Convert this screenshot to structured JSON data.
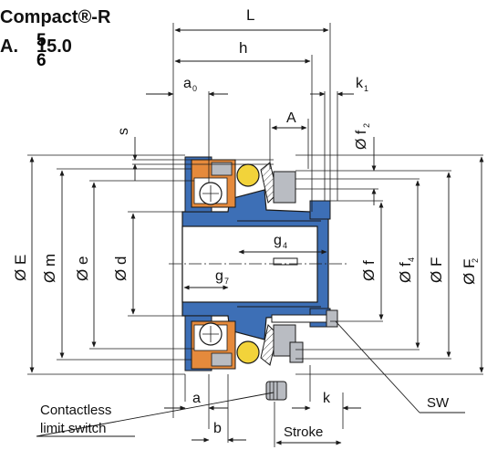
{
  "header": {
    "product": "Compact®-R",
    "code_prefix": "A.",
    "code_num": "5",
    "code_den": "6",
    "code_suffix": "15.0"
  },
  "dimensions": {
    "L": "L",
    "h": "h",
    "a0": "a",
    "a0_sub": "0",
    "k1": "k",
    "k1_sub": "1",
    "A": "A",
    "s": "s",
    "f2": "Ø f",
    "f2_sub": "2",
    "E": "Ø E",
    "m": "Ø m",
    "e": "Ø e",
    "d": "Ø d",
    "g4": "g",
    "g4_sub": "4",
    "g7": "g",
    "g7_sub": "7",
    "f": "Ø f",
    "f4": "Ø f",
    "f4_sub": "4",
    "F": "Ø F",
    "F2": "Ø F",
    "F2_sub": "2",
    "a": "a",
    "b": "b",
    "k": "k",
    "SW": "SW",
    "stroke": "Stroke"
  },
  "callouts": {
    "switch_line1": "Contactless",
    "switch_line2": "limit switch"
  },
  "colors": {
    "hub_blue": "#3d6fb6",
    "bearing_orange": "#e58a3c",
    "spring_yellow": "#f2d33a",
    "gray": "#b9bcc2",
    "line": "#1a1a1a"
  }
}
